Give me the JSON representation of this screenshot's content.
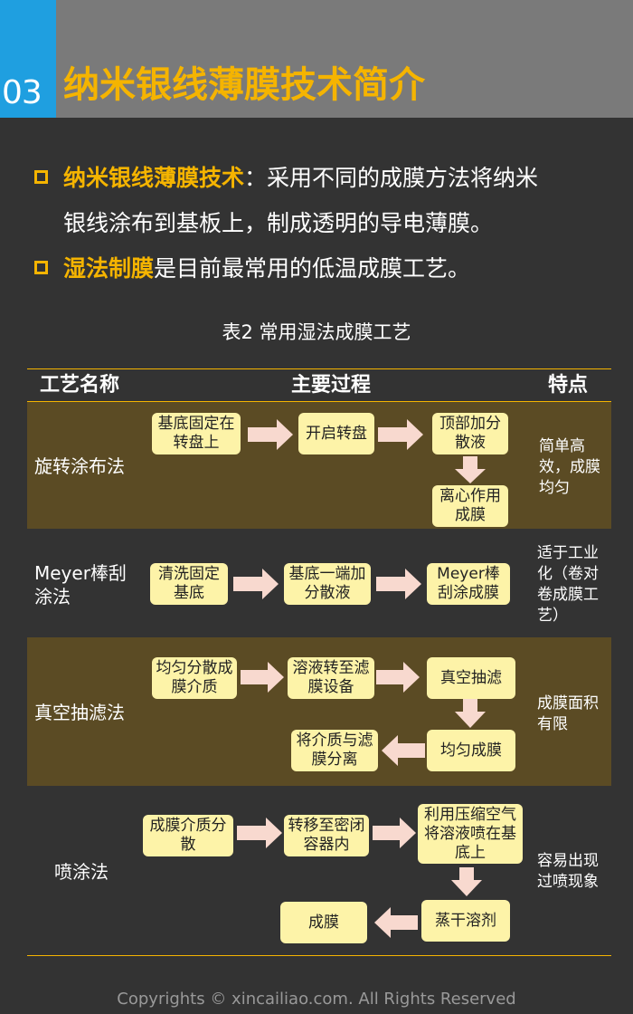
{
  "header": {
    "number": "03",
    "title": "纳米银线薄膜技术简介"
  },
  "bullets": [
    {
      "highlight": "纳米银线薄膜技术",
      "text_line1": "：采用不同的成膜方法将纳米",
      "text_line2": "银线涂布到基板上，制成透明的导电薄膜。"
    },
    {
      "highlight": "湿法制膜",
      "text": "是目前最常用的低温成膜工艺。"
    }
  ],
  "table": {
    "caption": "表2 常用湿法成膜工艺",
    "headers": [
      "工艺名称",
      "主要过程",
      "特点"
    ],
    "rows": [
      {
        "name": "旋转涂布法",
        "steps": [
          "基底固定在转盘上",
          "开启转盘",
          "顶部加分散液",
          "离心作用成膜"
        ],
        "feature": "简单高效，成膜均匀"
      },
      {
        "name": "Meyer棒刮涂法",
        "steps": [
          "清洗固定基底",
          "基底一端加分散液",
          "Meyer棒刮涂成膜"
        ],
        "feature": "适于工业化（卷对卷成膜工艺）"
      },
      {
        "name": "真空抽滤法",
        "steps": [
          "均匀分散成膜介质",
          "溶液转至滤膜设备",
          "真空抽滤",
          "均匀成膜",
          "将介质与滤膜分离"
        ],
        "feature": "成膜面积有限"
      },
      {
        "name": "喷涂法",
        "steps": [
          "成膜介质分散",
          "转移至密闭容器内",
          "利用压缩空气将溶液喷在基底上",
          "蒸干溶剂",
          "成膜"
        ],
        "feature": "容易出现过喷现象"
      }
    ]
  },
  "footer": "Copyrights © xincailiao.com. All Rights Reserved",
  "colors": {
    "accent": "#f5b400",
    "header_bg": "#7a7a7a",
    "number_bg": "#1f9fe0",
    "band": "#5b4b24",
    "box": "#fdf3a8",
    "arrow": "#f8d9cf"
  }
}
